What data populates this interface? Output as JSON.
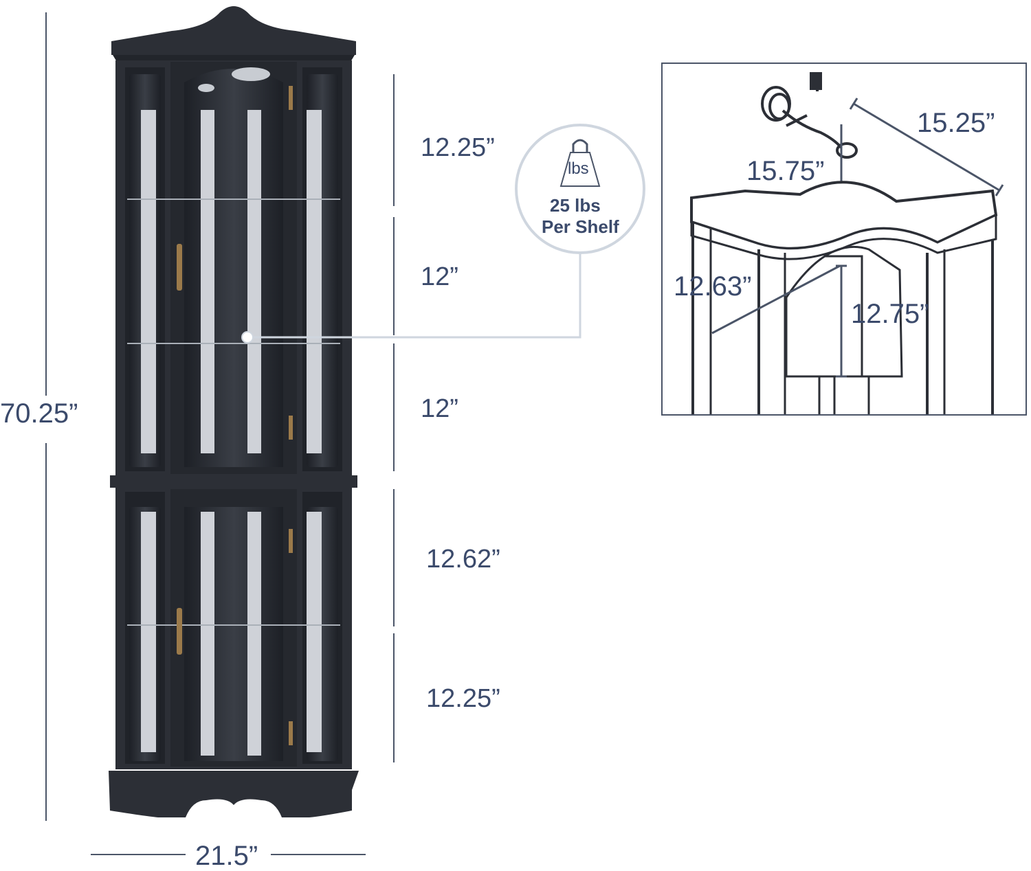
{
  "dimensions": {
    "total_height": "70.25”",
    "width": "21.5”",
    "shelf_1": "12.25”",
    "shelf_2": "12”",
    "shelf_3": "12”",
    "shelf_4": "12.62”",
    "shelf_5": "12.25”"
  },
  "shelf_capacity": {
    "icon_text": "lbs",
    "value": "25 lbs",
    "label": "Per Shelf"
  },
  "top_detail": {
    "depth": "15.25”",
    "top_depth": "15.75”",
    "interior_width": "12.63”",
    "interior_height": "12.75”"
  },
  "colors": {
    "cabinet": "#2c2f36",
    "text": "#3b4a6b",
    "callout": "#cfd6df"
  }
}
